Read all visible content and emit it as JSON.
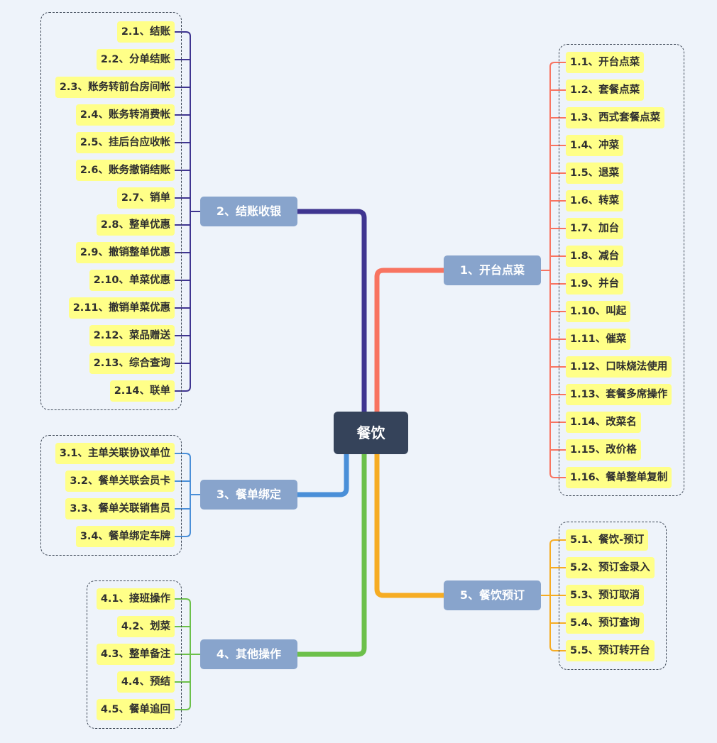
{
  "root": {
    "label": "餐饮"
  },
  "colors": {
    "b1": "#f87461",
    "b2": "#3f3590",
    "b3": "#4a8fd8",
    "b4": "#6cc04a",
    "b5": "#f6ac23"
  },
  "branches": [
    {
      "id": "b1",
      "label": "1、开台点菜",
      "items": [
        "1.1、开台点菜",
        "1.2、套餐点菜",
        "1.3、西式套餐点菜",
        "1.4、冲菜",
        "1.5、退菜",
        "1.6、转菜",
        "1.7、加台",
        "1.8、减台",
        "1.9、并台",
        "1.10、叫起",
        "1.11、催菜",
        "1.12、口味烧法使用",
        "1.13、套餐多席操作",
        "1.14、改菜名",
        "1.15、改价格",
        "1.16、餐单整单复制"
      ]
    },
    {
      "id": "b2",
      "label": "2、结账收银",
      "items": [
        "2.1、结账",
        "2.2、分单结账",
        "2.3、账务转前台房间帐",
        "2.4、账务转消费帐",
        "2.5、挂后台应收帐",
        "2.6、账务撤销结账",
        "2.7、销单",
        "2.8、整单优惠",
        "2.9、撤销整单优惠",
        "2.10、单菜优惠",
        "2.11、撤销单菜优惠",
        "2.12、菜品赠送",
        "2.13、综合查询",
        "2.14、联单"
      ]
    },
    {
      "id": "b3",
      "label": "3、餐单绑定",
      "items": [
        "3.1、主单关联协议单位",
        "3.2、餐单关联会员卡",
        "3.3、餐单关联销售员",
        "3.4、餐单绑定车牌"
      ]
    },
    {
      "id": "b4",
      "label": "4、其他操作",
      "items": [
        "4.1、接班操作",
        "4.2、划菜",
        "4.3、整单备注",
        "4.4、预结",
        "4.5、餐单追回"
      ]
    },
    {
      "id": "b5",
      "label": "5、餐饮预订",
      "items": [
        "5.1、餐饮-预订",
        "5.2、预订金录入",
        "5.3、预订取消",
        "5.4、预订查询",
        "5.5、预订转开台"
      ]
    }
  ]
}
